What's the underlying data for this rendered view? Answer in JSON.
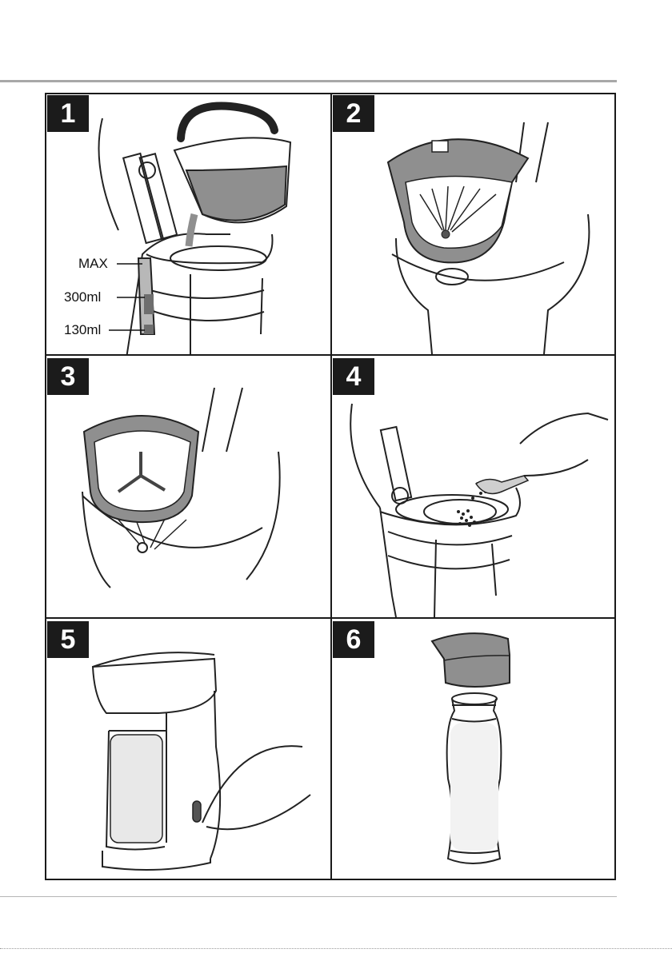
{
  "steps": [
    {
      "number": "1"
    },
    {
      "number": "2"
    },
    {
      "number": "3"
    },
    {
      "number": "4"
    },
    {
      "number": "5"
    },
    {
      "number": "6"
    }
  ],
  "levels": {
    "max": "MAX",
    "mid": "300ml",
    "min": "130ml"
  },
  "colors": {
    "frame": "#1a1a1a",
    "badge": "#1b1b1b",
    "fill_gray": "#8f8f8f",
    "outline": "#222222",
    "rule": "#a8a8a8"
  }
}
